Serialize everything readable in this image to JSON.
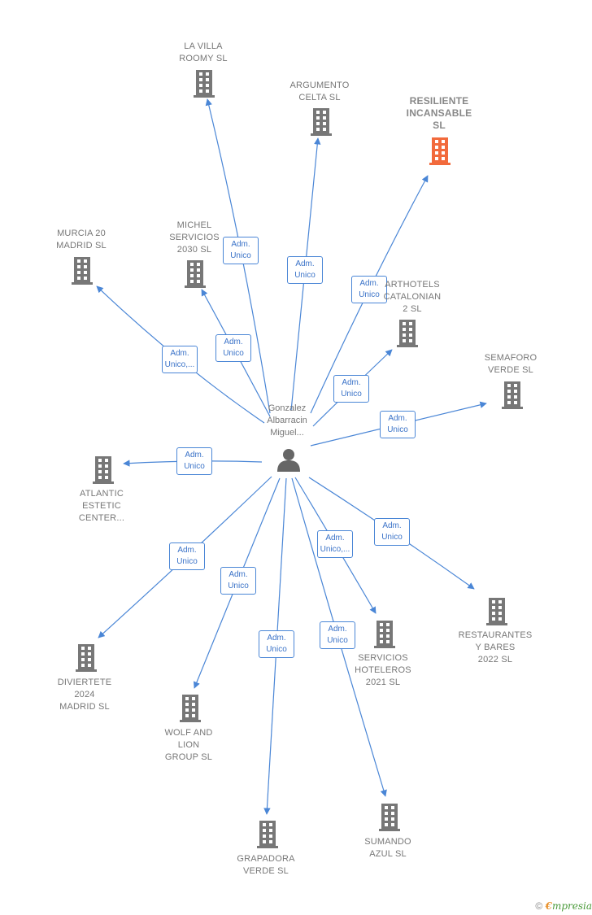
{
  "colors": {
    "edge": "#4a86d6",
    "building": "#777777",
    "building_highlight": "#f26a3c",
    "person": "#666666"
  },
  "center": {
    "lines": [
      "Gonzalez",
      "Albarracin",
      "Miguel..."
    ],
    "icon": "person-icon"
  },
  "nodes": [
    {
      "id": "la-villa-roomy",
      "lines": [
        "LA VILLA",
        "ROOMY  SL"
      ],
      "highlight": false
    },
    {
      "id": "argumento-celta",
      "lines": [
        "ARGUMENTO",
        "CELTA  SL"
      ],
      "highlight": false
    },
    {
      "id": "resiliente-incansable",
      "lines": [
        "RESILIENTE",
        "INCANSABLE",
        "SL"
      ],
      "highlight": true
    },
    {
      "id": "murcia-20-madrid",
      "lines": [
        "MURCIA 20",
        "MADRID  SL"
      ],
      "highlight": false
    },
    {
      "id": "michel-servicios-2030",
      "lines": [
        "MICHEL",
        "SERVICIOS",
        "2030  SL"
      ],
      "highlight": false
    },
    {
      "id": "arthotels-catalonian-2",
      "lines": [
        "ARTHOTELS",
        "CATALONIAN",
        "2  SL"
      ],
      "highlight": false
    },
    {
      "id": "semaforo-verde",
      "lines": [
        "SEMAFORO",
        "VERDE  SL"
      ],
      "highlight": false
    },
    {
      "id": "atlantic-estetic-center",
      "lines": [
        "ATLANTIC",
        "ESTETIC",
        "CENTER..."
      ],
      "highlight": false
    },
    {
      "id": "restaurantes-y-bares-2022",
      "lines": [
        "RESTAURANTES",
        "Y BARES",
        "2022  SL"
      ],
      "highlight": false
    },
    {
      "id": "diviertete-2024-madrid",
      "lines": [
        "DIVIERTETE",
        "2024",
        "MADRID  SL"
      ],
      "highlight": false
    },
    {
      "id": "servicios-hoteleros-2021",
      "lines": [
        "SERVICIOS",
        "HOTELEROS",
        "2021  SL"
      ],
      "highlight": false
    },
    {
      "id": "wolf-and-lion-group",
      "lines": [
        "WOLF AND",
        "LION",
        "GROUP  SL"
      ],
      "highlight": false
    },
    {
      "id": "sumando-azul",
      "lines": [
        "SUMANDO",
        "AZUL  SL"
      ],
      "highlight": false
    },
    {
      "id": "grapadora-verde",
      "lines": [
        "GRAPADORA",
        "VERDE  SL"
      ],
      "highlight": false
    }
  ],
  "edges": [
    {
      "target": "la-villa-roomy",
      "lines": [
        "Adm.",
        "Unico"
      ]
    },
    {
      "target": "argumento-celta",
      "lines": [
        "Adm.",
        "Unico"
      ]
    },
    {
      "target": "resiliente-incansable",
      "lines": [
        "Adm.",
        "Unico"
      ]
    },
    {
      "target": "murcia-20-madrid",
      "lines": [
        "Adm.",
        "Unico,..."
      ]
    },
    {
      "target": "michel-servicios-2030",
      "lines": [
        "Adm.",
        "Unico"
      ]
    },
    {
      "target": "arthotels-catalonian-2",
      "lines": [
        "Adm.",
        "Unico"
      ]
    },
    {
      "target": "semaforo-verde",
      "lines": [
        "Adm.",
        "Unico"
      ]
    },
    {
      "target": "atlantic-estetic-center",
      "lines": [
        "Adm.",
        "Unico"
      ]
    },
    {
      "target": "restaurantes-y-bares-2022",
      "lines": [
        "Adm.",
        "Unico"
      ]
    },
    {
      "target": "diviertete-2024-madrid",
      "lines": [
        "Adm.",
        "Unico"
      ]
    },
    {
      "target": "servicios-hoteleros-2021",
      "lines": [
        "Adm.",
        "Unico,..."
      ]
    },
    {
      "target": "wolf-and-lion-group",
      "lines": [
        "Adm.",
        "Unico"
      ]
    },
    {
      "target": "sumando-azul",
      "lines": [
        "Adm.",
        "Unico"
      ]
    },
    {
      "target": "grapadora-verde",
      "lines": [
        "Adm.",
        "Unico"
      ]
    }
  ],
  "footer": {
    "copyright": "©",
    "brand_first": "€",
    "brand_rest": "mpresia"
  }
}
